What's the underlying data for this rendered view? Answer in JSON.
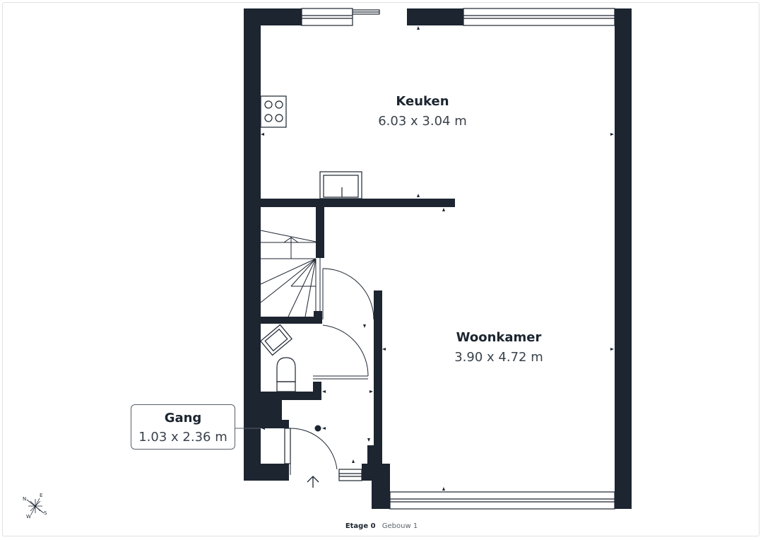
{
  "rooms": {
    "keuken": {
      "name": "Keuken",
      "dimensions": "6.03 x 3.04 m"
    },
    "woonkamer": {
      "name": "Woonkamer",
      "dimensions": "3.90 x 4.72 m"
    },
    "gang": {
      "name": "Gang",
      "dimensions": "1.03 x 2.36 m"
    }
  },
  "footer": {
    "floor": "Etage 0",
    "building": "Gebouw 1"
  },
  "compass": {
    "n": "N",
    "e": "E",
    "s": "S",
    "w": "W"
  },
  "colors": {
    "wall": "#1c2530",
    "line": "#1c2530",
    "background": "#ffffff",
    "callout_border": "#56606a"
  },
  "icons": [
    "stove-icon",
    "sink-icon",
    "toilet-icon",
    "washbasin-icon",
    "entrance-arrow-icon",
    "compass-icon"
  ]
}
